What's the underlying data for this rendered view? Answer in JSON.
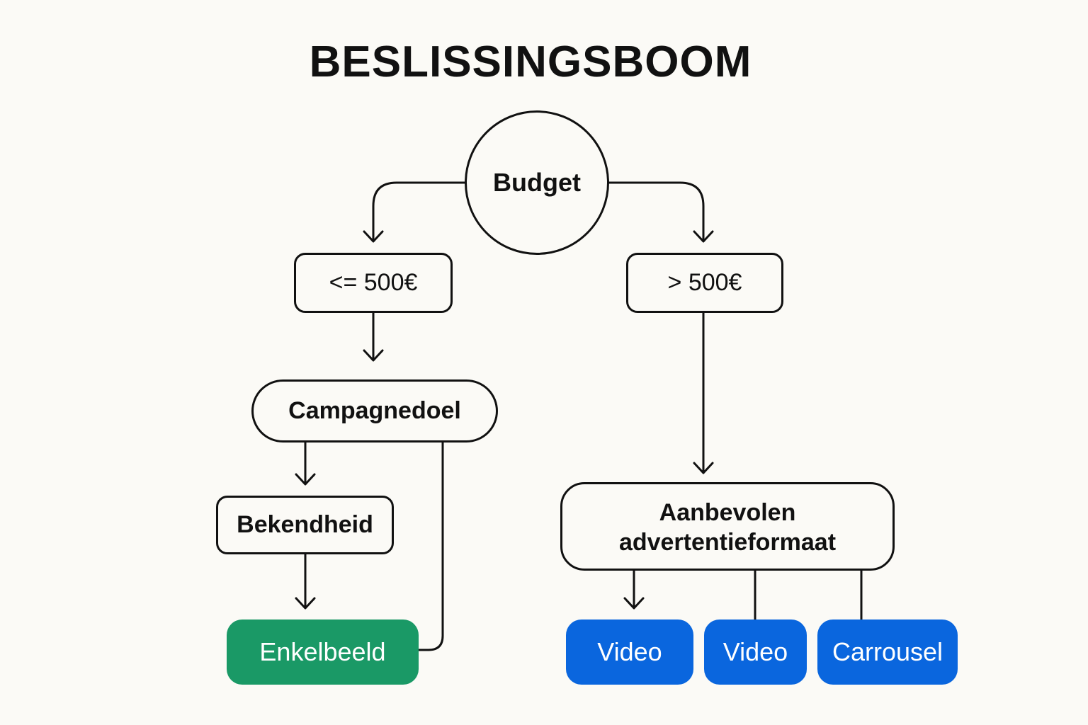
{
  "title": "BESLISSINGSBOOM",
  "nodes": {
    "root": "Budget",
    "low_budget": "<= 500€",
    "high_budget": "> 500€",
    "campaign_goal": "Campagnedoel",
    "awareness": "Bekendheid",
    "recommended_format": "Aanbevolen advertentieformaat"
  },
  "results": {
    "single_image": "Enkelbeeld",
    "video_1": "Video",
    "video_2": "Video",
    "carousel": "Carrousel"
  },
  "colors": {
    "background": "#fbfaf6",
    "line": "#111111",
    "green_result": "#1a9966",
    "blue_result": "#0a66de"
  }
}
